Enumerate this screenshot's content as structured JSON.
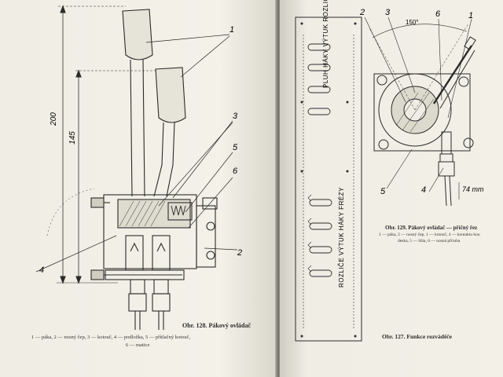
{
  "left_page": {
    "figure": {
      "callouts": [
        "1",
        "2",
        "3",
        "4",
        "5",
        "6"
      ],
      "dimensions": [
        "200",
        "145"
      ]
    },
    "caption": "Obr. 128. Pákový ovládač",
    "legend_line1": "1 — páka, 2 — nosný čep, 3 — kotouč, 4 — podložka, 5 — přítlačný kotouč,",
    "legend_line2": "6 — matice"
  },
  "right_page": {
    "panel": {
      "labels_top": [
        "ROZLIČE",
        "HÁKY",
        "VÝTUK",
        "PLUH"
      ],
      "labels_bottom": [
        "FRÉZY",
        "HÁKY",
        "VÝTUK",
        "ROZLIČE"
      ]
    },
    "caption_127": "Obr. 127. Funkce rozváděče",
    "figure_129": {
      "callouts": [
        "2",
        "3",
        "6",
        "1",
        "5",
        "4"
      ],
      "angle": "150°",
      "dimension": "74 mm"
    },
    "caption_129": "Obr. 129. Pákový ovládač — příčný řez",
    "legend_129_line1": "1 — páka, 2 — nosný čep, 1 — kotouč, 4 — kontaktu kou",
    "legend_129_line2": "deska, 5 — lišta, 6 — nosná příruba"
  }
}
